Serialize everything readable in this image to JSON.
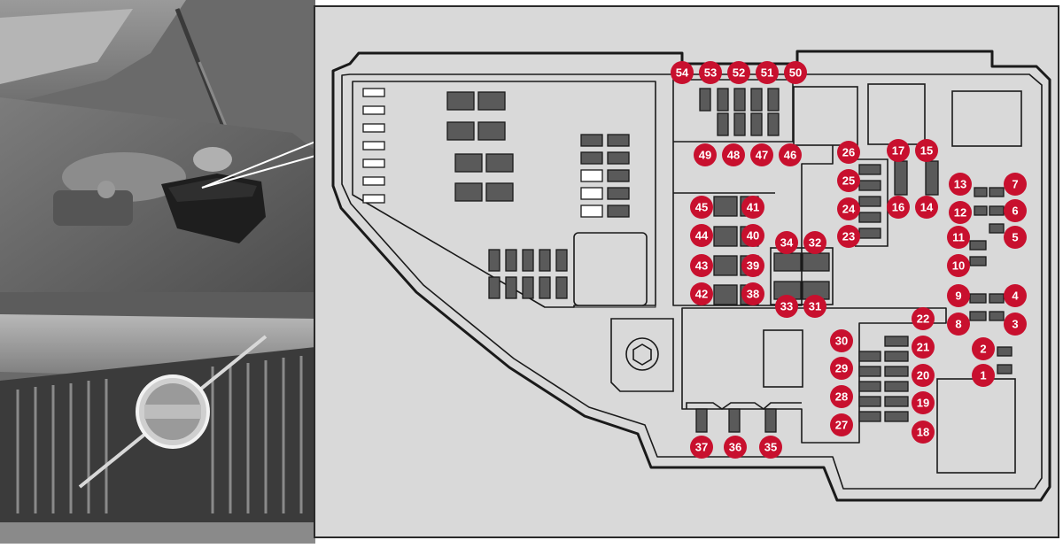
{
  "image": {
    "left_panel": "engine-compartment-photo",
    "right_panel": "fuse-box-diagram"
  },
  "colors": {
    "fuse_marker": "#c8102e",
    "marker_text": "#ffffff",
    "fuse_fill": "#5a5a5a",
    "panel_bg": "#d9d9d9",
    "outline": "#1a1a1a"
  },
  "fuse_numbers": [
    "1",
    "2",
    "3",
    "4",
    "5",
    "6",
    "7",
    "8",
    "9",
    "10",
    "11",
    "12",
    "13",
    "14",
    "15",
    "16",
    "17",
    "18",
    "19",
    "20",
    "21",
    "22",
    "23",
    "24",
    "25",
    "26",
    "27",
    "28",
    "29",
    "30",
    "31",
    "32",
    "33",
    "34",
    "35",
    "36",
    "37",
    "38",
    "39",
    "40",
    "41",
    "42",
    "43",
    "44",
    "45",
    "46",
    "47",
    "48",
    "49",
    "50",
    "51",
    "52",
    "53",
    "54"
  ]
}
